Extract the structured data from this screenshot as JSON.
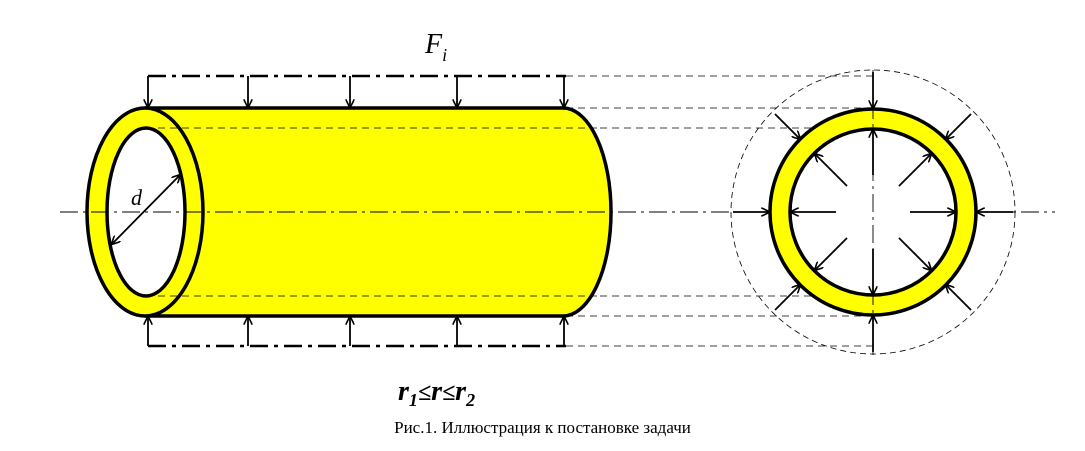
{
  "figure": {
    "force_label_main": "F",
    "force_label_sub": "i",
    "diameter_label": "d",
    "radius_condition": {
      "r1_main": "r",
      "r1_sub": "1",
      "le1": "≤",
      "r_mid": "r",
      "le2": "≤",
      "r2_main": "r",
      "r2_sub": "2"
    },
    "caption": "Рис.1. Иллюстрация к постановке задачи"
  },
  "colors": {
    "tube_fill": "#ffff00",
    "outline": "#000000",
    "background": "#ffffff"
  }
}
